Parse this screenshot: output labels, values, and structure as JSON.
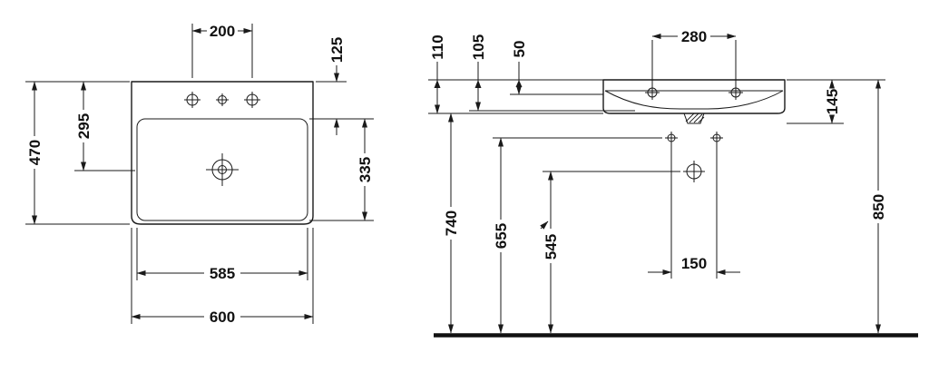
{
  "drawing": {
    "title": "washbasin-technical-drawing",
    "colors": {
      "line": "#1a1a1a",
      "background": "#ffffff"
    },
    "plan_view": {
      "dims": {
        "tap_hole_spacing": "200",
        "back_ledge_depth": "125",
        "overall_depth": "470",
        "drain_from_back": "295",
        "bowl_depth": "335",
        "bowl_width": "585",
        "overall_width": "600"
      }
    },
    "front_view": {
      "dims": {
        "height_110": "110",
        "height_105": "105",
        "height_50": "50",
        "tap_hole_spacing": "280",
        "basin_height": "145",
        "floor_to_basin_bottom": "740",
        "floor_to_fixing_holes": "655",
        "floor_to_drain": "545",
        "fixing_hole_spacing": "150",
        "floor_to_rim": "850"
      }
    }
  }
}
